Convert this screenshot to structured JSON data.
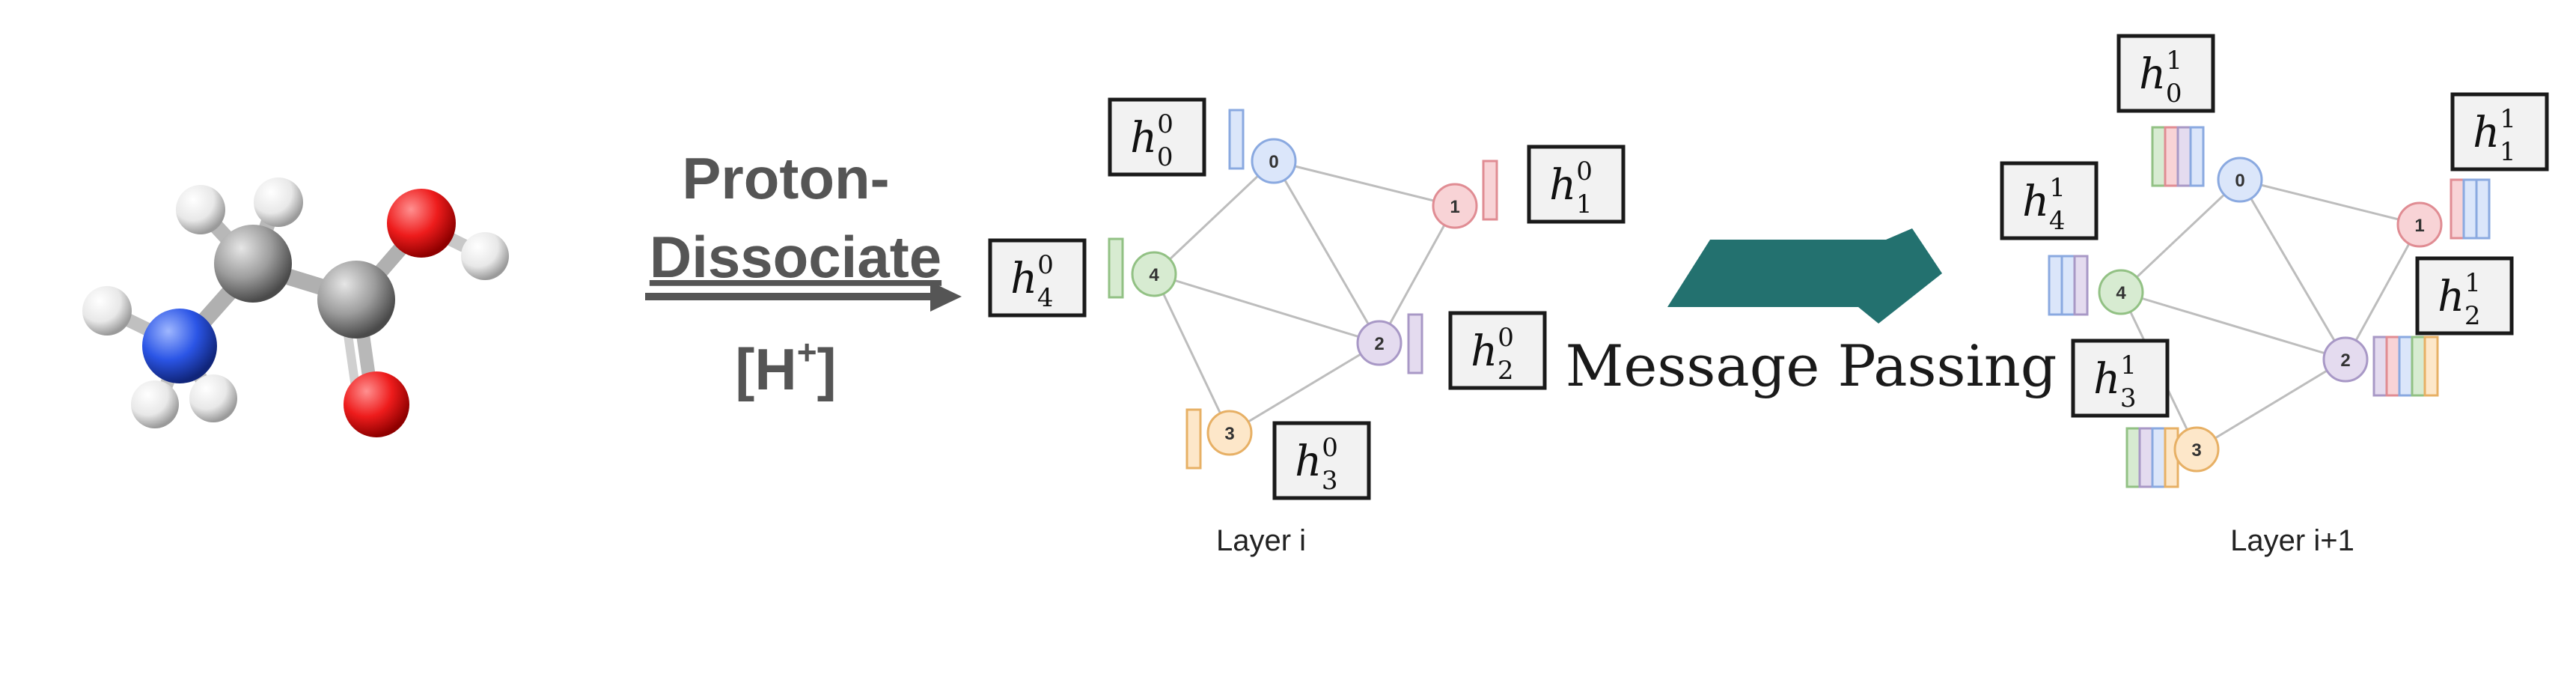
{
  "left": {
    "reaction_line1": "Proton-",
    "reaction_line2": "Dissociate",
    "ion_open": "[H",
    "ion_sup": "+",
    "ion_close": "]"
  },
  "message_passing_label": "Message Passing",
  "graph_layer_i": {
    "caption": "Layer i",
    "nodes": [
      {
        "id": "0",
        "fill": "#dbe6fa",
        "stroke": "#8aa9e0"
      },
      {
        "id": "1",
        "fill": "#f8d3d6",
        "stroke": "#e08c93"
      },
      {
        "id": "2",
        "fill": "#e4dbef",
        "stroke": "#a898c6"
      },
      {
        "id": "3",
        "fill": "#fde7c9",
        "stroke": "#e7b065"
      },
      {
        "id": "4",
        "fill": "#d7ebd1",
        "stroke": "#92c184"
      }
    ],
    "labels": [
      {
        "base": "h",
        "sub": "0",
        "sup": "0"
      },
      {
        "base": "h",
        "sub": "1",
        "sup": "0"
      },
      {
        "base": "h",
        "sub": "2",
        "sup": "0"
      },
      {
        "base": "h",
        "sub": "3",
        "sup": "0"
      },
      {
        "base": "h",
        "sub": "4",
        "sup": "0"
      }
    ]
  },
  "graph_layer_next": {
    "caption": "Layer i+1",
    "nodes": [
      {
        "id": "0",
        "fill": "#dbe6fa",
        "stroke": "#8aa9e0"
      },
      {
        "id": "1",
        "fill": "#f8d3d6",
        "stroke": "#e08c93"
      },
      {
        "id": "2",
        "fill": "#e4dbef",
        "stroke": "#a898c6"
      },
      {
        "id": "3",
        "fill": "#fde7c9",
        "stroke": "#e7b065"
      },
      {
        "id": "4",
        "fill": "#d7ebd1",
        "stroke": "#92c184"
      }
    ],
    "labels": [
      {
        "base": "h",
        "sub": "0",
        "sup": "1"
      },
      {
        "base": "h",
        "sub": "1",
        "sup": "1"
      },
      {
        "base": "h",
        "sub": "2",
        "sup": "1"
      },
      {
        "base": "h",
        "sub": "3",
        "sup": "1"
      },
      {
        "base": "h",
        "sub": "4",
        "sup": "1"
      }
    ]
  },
  "colors": {
    "teal_arrow": "#23716f",
    "edge": "#bdbdbd",
    "label_box_fill": "#f2f2f2",
    "label_box_border": "#1a1a1a",
    "title_text": "#555555"
  }
}
